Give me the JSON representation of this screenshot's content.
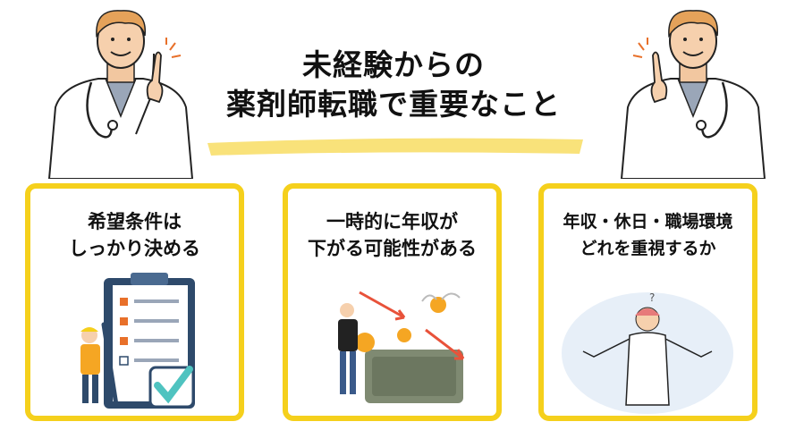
{
  "title": {
    "line1": "未経験からの",
    "line2": "薬剤師転職で重要なこと"
  },
  "cards": [
    {
      "line1": "希望条件は",
      "line2": "しっかり決める",
      "icon": "clipboard-checklist-icon"
    },
    {
      "line1": "一時的に年収が",
      "line2": "下がる可能性がある",
      "icon": "falling-income-icon"
    },
    {
      "line1": "年収・休日・職場環境",
      "line2": "どれを重視するか",
      "icon": "confused-person-icon"
    }
  ],
  "illustration3": {
    "question_mark": "?"
  },
  "colors": {
    "accent_yellow": "#f5d01c",
    "highlight_yellow": "#f9e27a",
    "check_teal": "#4fc3c0",
    "mark_orange": "#e8702a",
    "text": "#111111"
  }
}
